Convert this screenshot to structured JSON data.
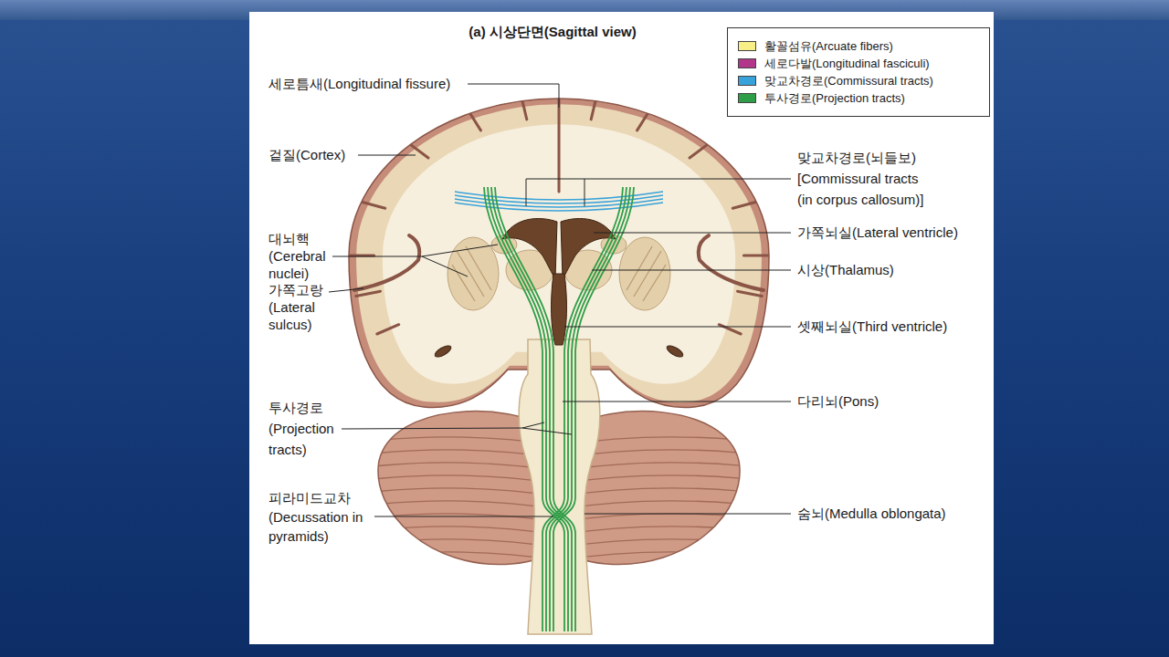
{
  "diagram": {
    "title": "(a) 시상단면(Sagittal view)",
    "labels": [
      "세로틈새(Longitudinal fissure)",
      "겉질(Cortex)",
      "맞교차경로(뇌들보) [Commissural tracts (in corpus callosum)]",
      "가쪽뇌실(Lateral ventricle)",
      "대뇌핵 (Cerebral nuclei)",
      "시상(Thalamus)",
      "가쪽고랑 (Lateral sulcus)",
      "셋째뇌실(Third ventricle)",
      "다리뇌(Pons)",
      "투사경로 (Projection tracts)",
      "피라미드교차 (Decussation in pyramids)",
      "숨뇌(Medulla oblongata)"
    ],
    "legend": [
      {
        "text": "활꼴섬유(Arcuate fibers)",
        "color": "#f8ef86"
      },
      {
        "text": "세로다발(Longitudinal fasciculi)",
        "color": "#b2378a"
      },
      {
        "text": "맞교차경로(Commissural tracts)",
        "color": "#38a2da"
      },
      {
        "text": "투사경로(Projection tracts)",
        "color": "#2f9e48"
      }
    ]
  }
}
